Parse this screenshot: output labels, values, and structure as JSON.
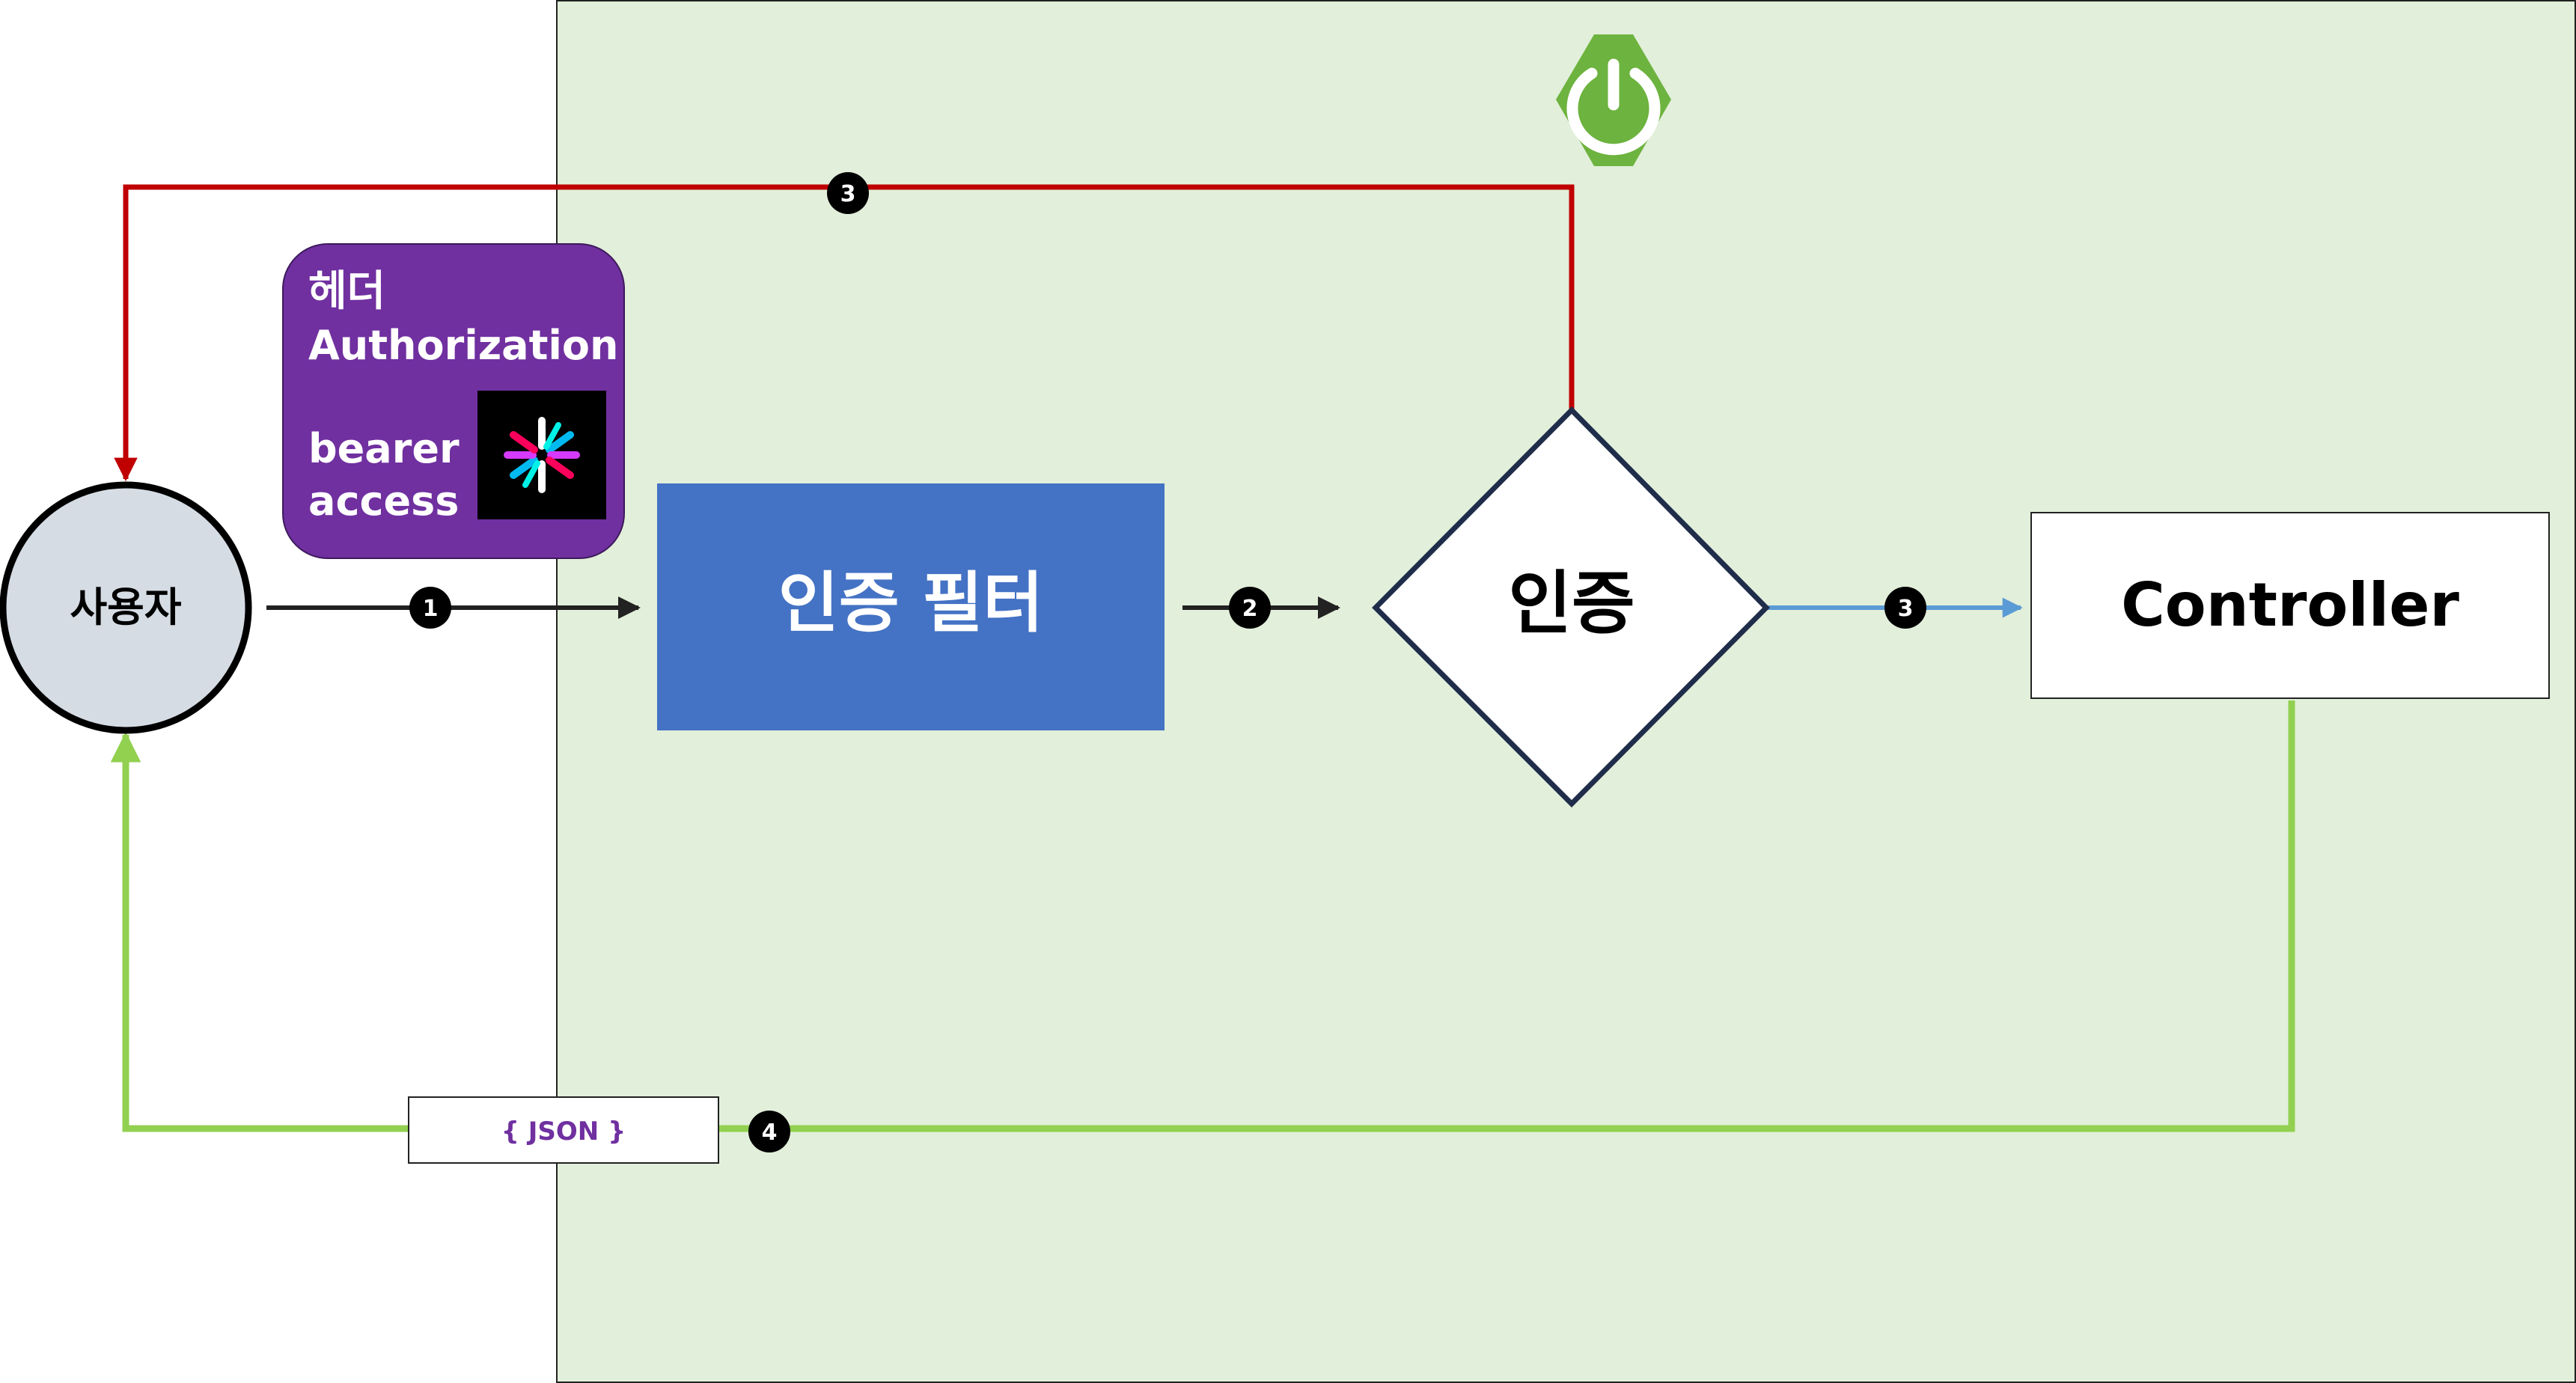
{
  "user_node": {
    "label": "사용자"
  },
  "auth_filter": {
    "label": "인증 필터"
  },
  "auth_decision": {
    "label": "인증"
  },
  "controller": {
    "label": "Controller"
  },
  "header_card": {
    "title_line1": "헤더",
    "title_line2": "Authorization",
    "token_line1": "bearer",
    "token_line2": "access"
  },
  "json_box": {
    "label": "{ JSON }"
  },
  "step_badges": {
    "request": "1",
    "to_auth": "2",
    "rejected": "3",
    "accepted": "3",
    "response": "4"
  },
  "icons": {
    "spring_logo": "spring-power-icon",
    "jwt_logo": "jwt-logo-icon"
  },
  "colors": {
    "server_area": "#e2efda",
    "filter_box": "#4472c4",
    "header_card": "#7030a0",
    "reject_line": "#c00000",
    "accept_line": "#5b9bd5",
    "response_line": "#92d050",
    "spring_green": "#6db33f",
    "user_fill": "#d6dce4"
  }
}
